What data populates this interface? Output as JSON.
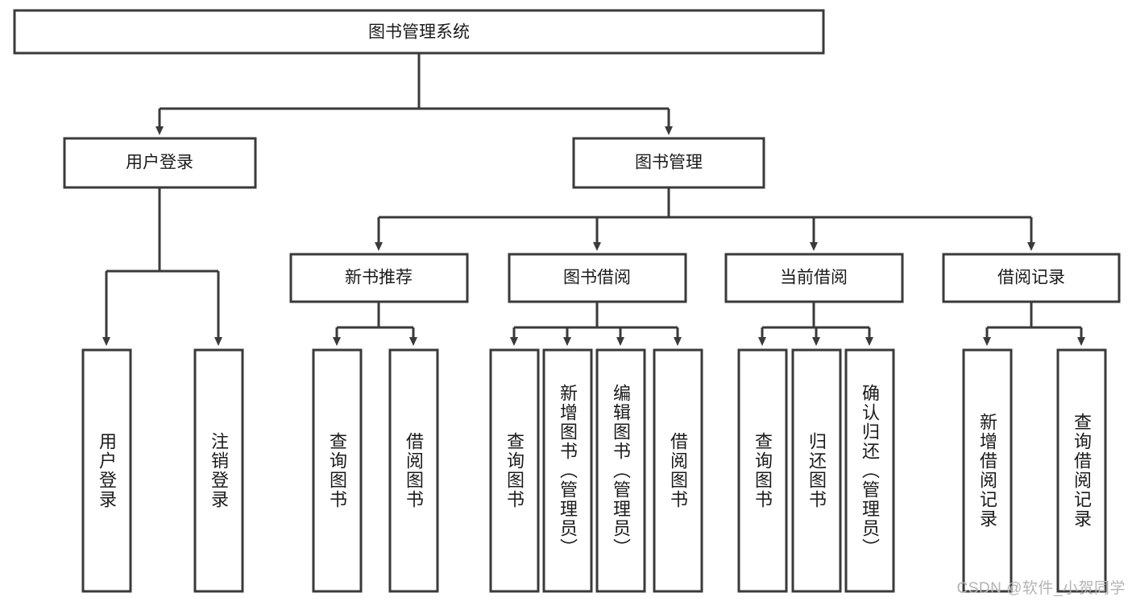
{
  "diagram": {
    "type": "tree-hierarchy",
    "title": "图书管理系统",
    "watermark": "CSDN @软件_小贺同学",
    "colors": {
      "stroke": "#3a3a3a",
      "fill": "#ffffff",
      "text": "#1b1b1b",
      "watermark": "#b4b4b4",
      "background": "#ffffff"
    },
    "root": {
      "label": "图书管理系统"
    },
    "level2": [
      {
        "label": "用户登录"
      },
      {
        "label": "图书管理"
      }
    ],
    "level3": [
      {
        "label": "新书推荐"
      },
      {
        "label": "图书借阅"
      },
      {
        "label": "当前借阅"
      },
      {
        "label": "借阅记录"
      }
    ],
    "leaves": {
      "user_login": [
        {
          "label": "用户登录"
        },
        {
          "label": "注销登录"
        }
      ],
      "new_book_recommend": [
        {
          "label": "查询图书"
        },
        {
          "label": "借阅图书"
        }
      ],
      "book_borrow": [
        {
          "label": "查询图书"
        },
        {
          "label": "新增图书（管理员）"
        },
        {
          "label": "编辑图书（管理员）"
        },
        {
          "label": "借阅图书"
        }
      ],
      "current_borrow": [
        {
          "label": "查询图书"
        },
        {
          "label": "归还图书"
        },
        {
          "label": "确认归还（管理员）"
        }
      ],
      "borrow_record": [
        {
          "label": "新增借阅记录"
        },
        {
          "label": "查询借阅记录"
        }
      ]
    }
  }
}
